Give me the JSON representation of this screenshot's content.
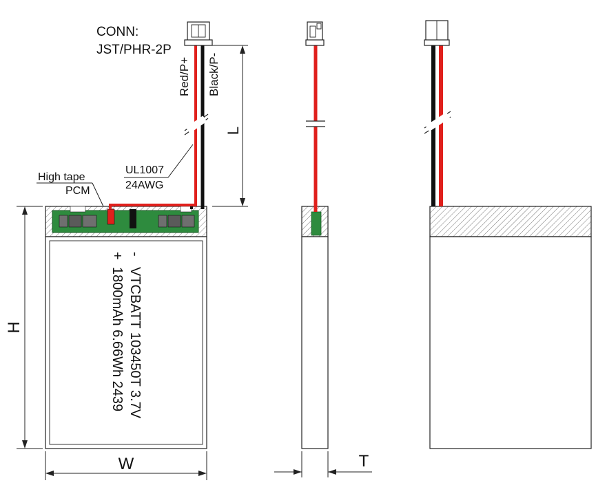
{
  "connector": {
    "title": "CONN:",
    "model": "JST/PHR-2P"
  },
  "wires": {
    "red_label": "Red/P+",
    "black_label": "Black/P-",
    "spec_line1": "UL1007",
    "spec_line2": "24AWG"
  },
  "pcm": {
    "high_tape_label": "High tape",
    "pcm_label": "PCM"
  },
  "battery": {
    "minus_sign": "-",
    "plus_sign": "+",
    "model_line": "VTCBATT 103450T 3.7V",
    "spec_line": "1800mAh 6.66Wh 2439"
  },
  "dimensions": {
    "length": "L",
    "height": "H",
    "width": "W",
    "thickness": "T"
  },
  "colors": {
    "red_wire": "#e0201c",
    "black_wire": "#111111",
    "pcm_green": "#2e8b3e",
    "outline": "#222222"
  }
}
